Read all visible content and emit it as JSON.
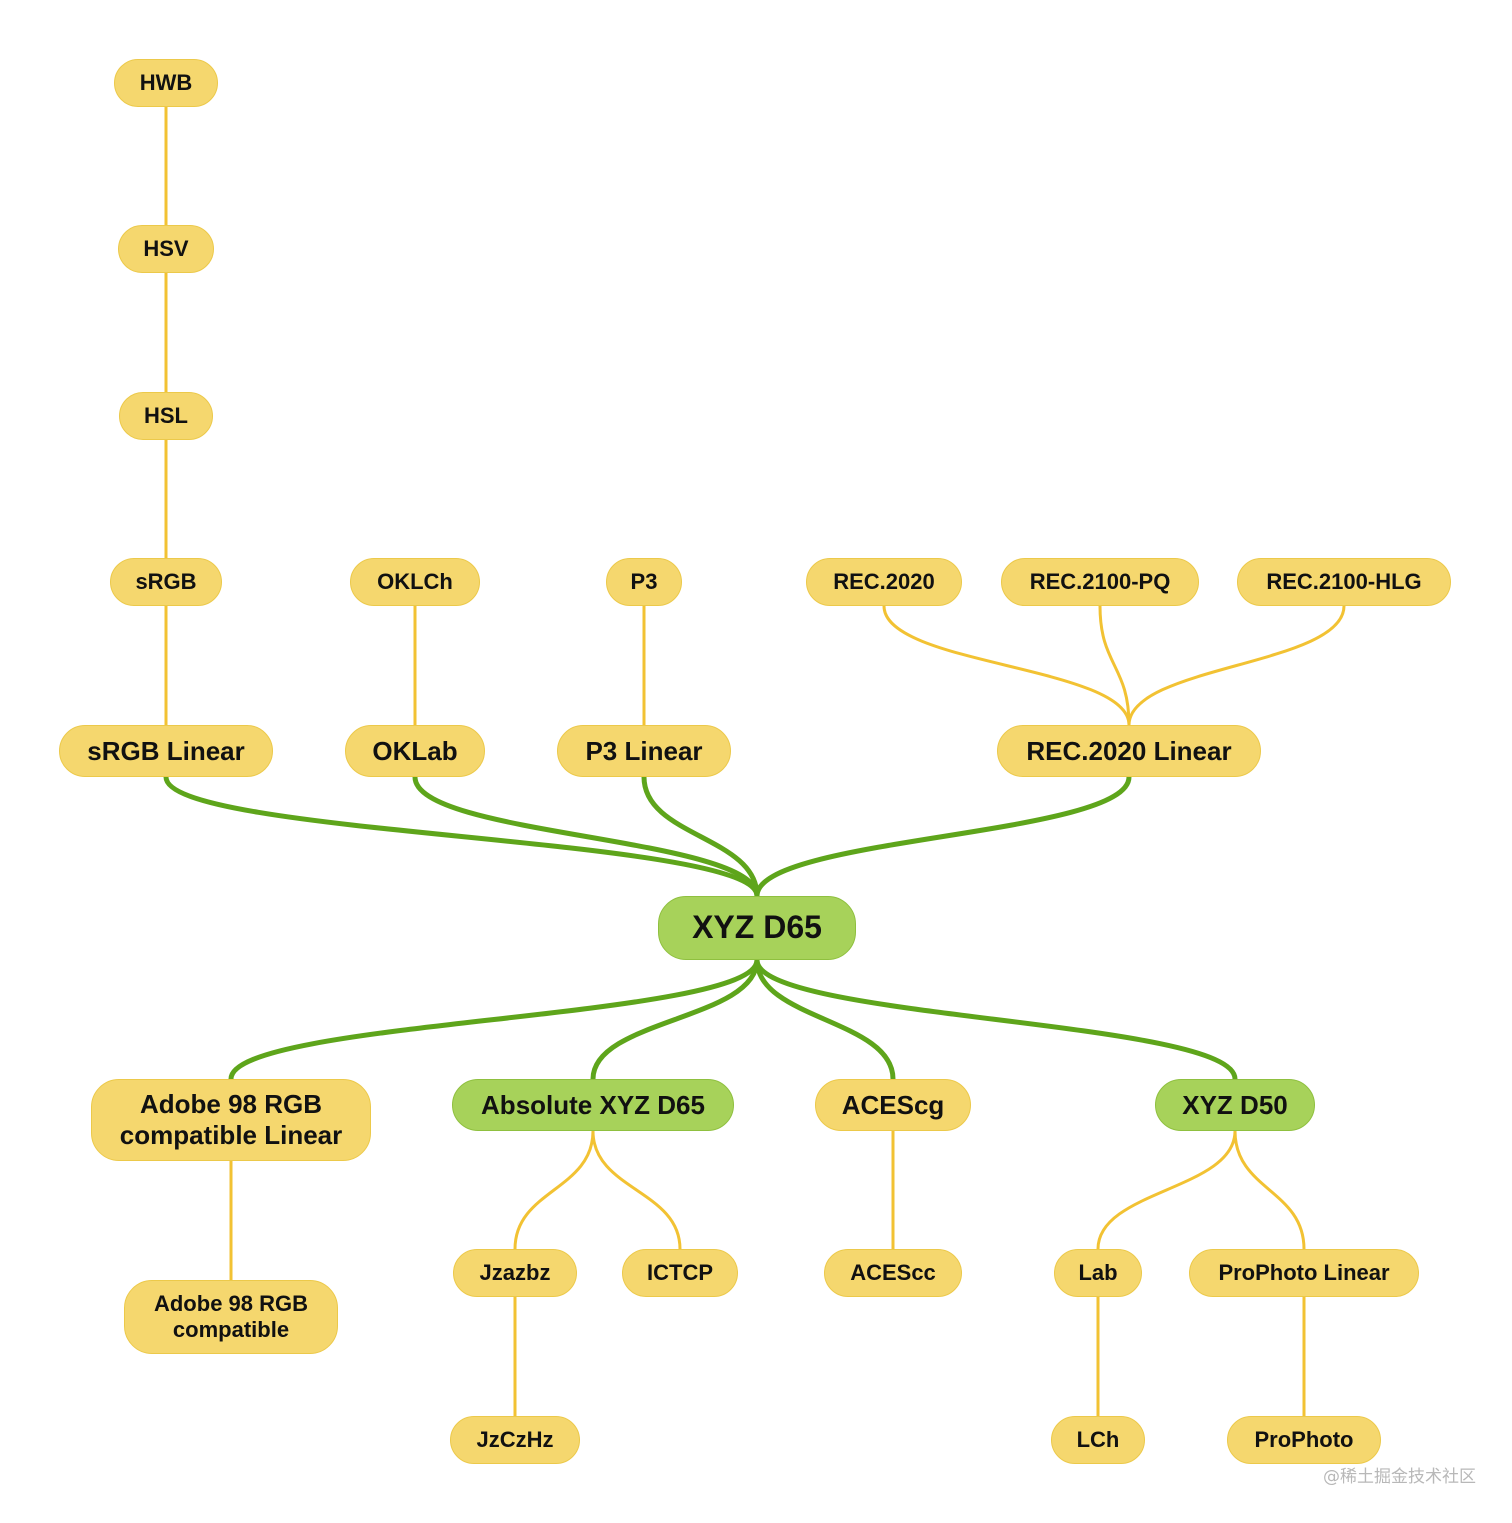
{
  "diagram": {
    "colors": {
      "node_yellow": "#f5d76e",
      "node_green": "#a7d25a",
      "edge_yellow": "#f2c233",
      "edge_green": "#5ea51b"
    },
    "nodes": {
      "hwb": {
        "label": "HWB",
        "color": "yellow"
      },
      "hsv": {
        "label": "HSV",
        "color": "yellow"
      },
      "hsl": {
        "label": "HSL",
        "color": "yellow"
      },
      "srgb": {
        "label": "sRGB",
        "color": "yellow"
      },
      "oklch": {
        "label": "OKLCh",
        "color": "yellow"
      },
      "p3": {
        "label": "P3",
        "color": "yellow"
      },
      "rec2020": {
        "label": "REC.2020",
        "color": "yellow"
      },
      "rec2100pq": {
        "label": "REC.2100-PQ",
        "color": "yellow"
      },
      "rec2100hlg": {
        "label": "REC.2100-HLG",
        "color": "yellow"
      },
      "srgb_linear": {
        "label": "sRGB Linear",
        "color": "yellow"
      },
      "oklab": {
        "label": "OKLab",
        "color": "yellow"
      },
      "p3_linear": {
        "label": "P3 Linear",
        "color": "yellow"
      },
      "rec2020_linear": {
        "label": "REC.2020 Linear",
        "color": "yellow"
      },
      "xyz_d65": {
        "label": "XYZ D65",
        "color": "green"
      },
      "a98_linear": {
        "label": "Adobe 98 RGB\ncompatible Linear",
        "color": "yellow"
      },
      "abs_xyz_d65": {
        "label": "Absolute XYZ D65",
        "color": "green"
      },
      "acescg": {
        "label": "ACEScg",
        "color": "yellow"
      },
      "xyz_d50": {
        "label": "XYZ D50",
        "color": "green"
      },
      "a98": {
        "label": "Adobe 98 RGB\ncompatible",
        "color": "yellow"
      },
      "jzazbz": {
        "label": "Jzazbz",
        "color": "yellow"
      },
      "ictcp": {
        "label": "ICTCP",
        "color": "yellow"
      },
      "acescc": {
        "label": "ACEScc",
        "color": "yellow"
      },
      "lab": {
        "label": "Lab",
        "color": "yellow"
      },
      "prophoto_linear": {
        "label": "ProPhoto Linear",
        "color": "yellow"
      },
      "jzczhz": {
        "label": "JzCzHz",
        "color": "yellow"
      },
      "lch": {
        "label": "LCh",
        "color": "yellow"
      },
      "prophoto": {
        "label": "ProPhoto",
        "color": "yellow"
      }
    },
    "edges": [
      {
        "from": "hwb",
        "to": "hsv",
        "color": "yellow"
      },
      {
        "from": "hsv",
        "to": "hsl",
        "color": "yellow"
      },
      {
        "from": "hsl",
        "to": "srgb",
        "color": "yellow"
      },
      {
        "from": "srgb",
        "to": "srgb_linear",
        "color": "yellow"
      },
      {
        "from": "oklch",
        "to": "oklab",
        "color": "yellow"
      },
      {
        "from": "p3",
        "to": "p3_linear",
        "color": "yellow"
      },
      {
        "from": "rec2020",
        "to": "rec2020_linear",
        "color": "yellow"
      },
      {
        "from": "rec2100pq",
        "to": "rec2020_linear",
        "color": "yellow"
      },
      {
        "from": "rec2100hlg",
        "to": "rec2020_linear",
        "color": "yellow"
      },
      {
        "from": "srgb_linear",
        "to": "xyz_d65",
        "color": "green"
      },
      {
        "from": "oklab",
        "to": "xyz_d65",
        "color": "green"
      },
      {
        "from": "p3_linear",
        "to": "xyz_d65",
        "color": "green"
      },
      {
        "from": "rec2020_linear",
        "to": "xyz_d65",
        "color": "green"
      },
      {
        "from": "xyz_d65",
        "to": "a98_linear",
        "color": "green"
      },
      {
        "from": "xyz_d65",
        "to": "abs_xyz_d65",
        "color": "green"
      },
      {
        "from": "xyz_d65",
        "to": "acescg",
        "color": "green"
      },
      {
        "from": "xyz_d65",
        "to": "xyz_d50",
        "color": "green"
      },
      {
        "from": "a98_linear",
        "to": "a98",
        "color": "yellow"
      },
      {
        "from": "abs_xyz_d65",
        "to": "jzazbz",
        "color": "yellow"
      },
      {
        "from": "abs_xyz_d65",
        "to": "ictcp",
        "color": "yellow"
      },
      {
        "from": "acescg",
        "to": "acescc",
        "color": "yellow"
      },
      {
        "from": "xyz_d50",
        "to": "lab",
        "color": "yellow"
      },
      {
        "from": "xyz_d50",
        "to": "prophoto_linear",
        "color": "yellow"
      },
      {
        "from": "jzazbz",
        "to": "jzczhz",
        "color": "yellow"
      },
      {
        "from": "lab",
        "to": "lch",
        "color": "yellow"
      },
      {
        "from": "prophoto_linear",
        "to": "prophoto",
        "color": "yellow"
      }
    ]
  },
  "watermark": "@稀土掘金技术社区"
}
